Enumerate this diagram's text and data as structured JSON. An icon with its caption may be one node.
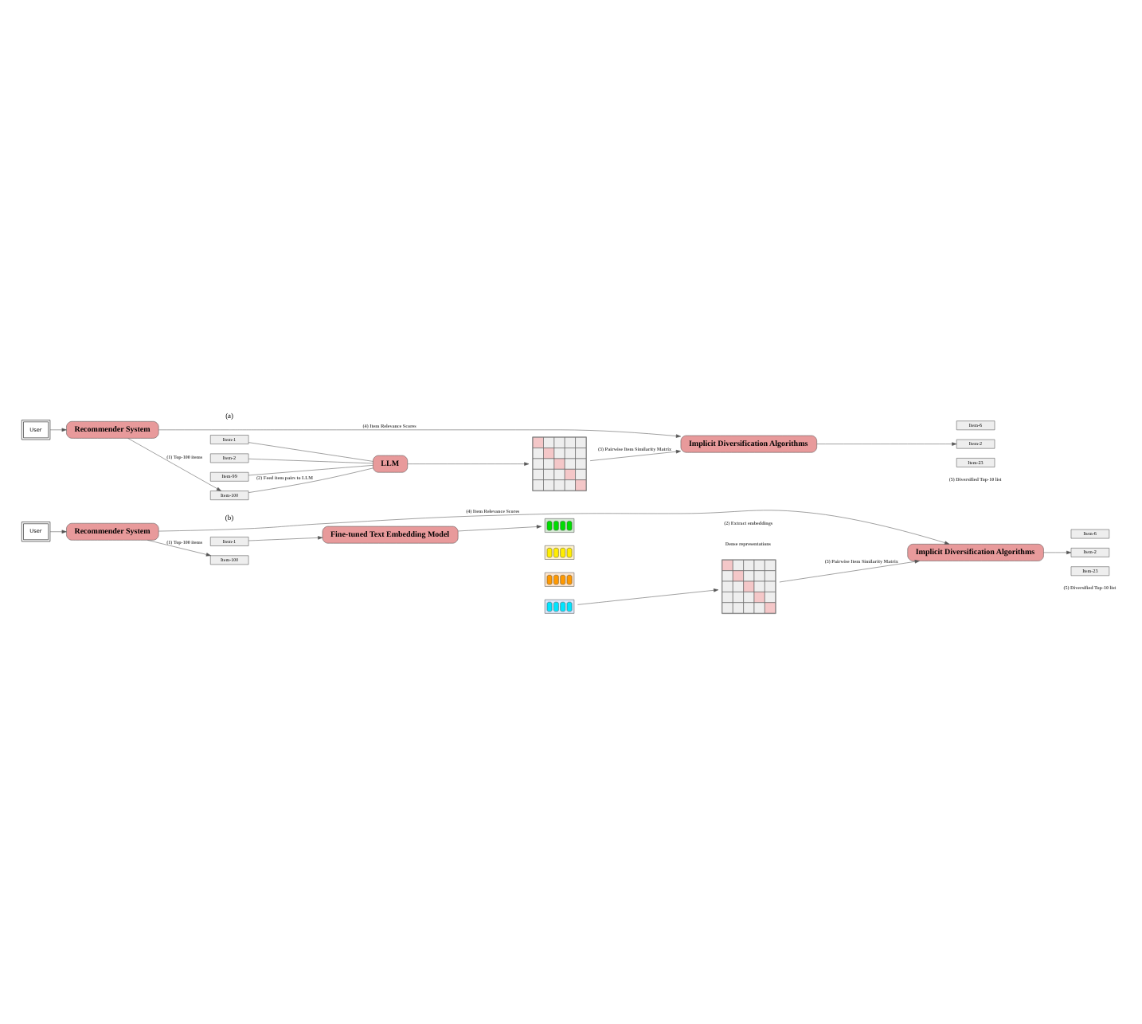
{
  "diagram": {
    "nodes": [
      {
        "text": [
          "User"
        ]
      },
      {
        "text": [
          "Recommender System"
        ]
      },
      {
        "text": [
          "Item-1"
        ]
      },
      {
        "text": [
          "Item-2"
        ]
      },
      {
        "text": [
          "Item-99"
        ]
      },
      {
        "text": [
          "Item-100"
        ]
      },
      {
        "text": [
          "LLM"
        ]
      },
      {
        "text": [],
        "shape": "grid"
      },
      {
        "text": [
          "Implicit Diversification Algorithms"
        ]
      },
      {
        "text": [
          "Item-6"
        ]
      },
      {
        "text": [
          "Item-2"
        ]
      },
      {
        "text": [
          "Item-23"
        ]
      },
      {
        "text": [
          "User"
        ]
      },
      {
        "text": [
          "Recommender System"
        ]
      },
      {
        "text": [
          "Item-1"
        ]
      },
      {
        "text": [
          "Item-100"
        ]
      },
      {
        "text": [
          "Fine-tuned Text Embedding Model"
        ]
      },
      {
        "text": [],
        "shape": "box"
      },
      {
        "text": [],
        "shape": "box"
      },
      {
        "text": [],
        "shape": "box"
      },
      {
        "text": [],
        "shape": "box"
      },
      {
        "text": [],
        "shape": "grid"
      },
      {
        "text": [
          "Implicit Diversification Algorithms"
        ]
      },
      {
        "text": [
          "Item-6"
        ]
      },
      {
        "text": [
          "Item-2"
        ]
      },
      {
        "text": [
          "Item-23"
        ]
      }
    ],
    "edges": [
      {
        "from": 0,
        "to": 1,
        "arrow": "to"
      },
      {
        "from": 1,
        "to": 5,
        "arrow": "to",
        "label": "(1) Top-100 items"
      },
      {
        "from": 2,
        "to": 6,
        "arrow": "none"
      },
      {
        "from": 3,
        "to": 6,
        "arrow": "none"
      },
      {
        "from": 4,
        "to": 6,
        "arrow": "none"
      },
      {
        "from": 5,
        "to": 6,
        "arrow": "none",
        "label": "(2) Feed item pairs to LLM"
      },
      {
        "from": 6,
        "to": 7,
        "arrow": "to"
      },
      {
        "from": 7,
        "to": 8,
        "arrow": "to",
        "label": "(3) Pairwise Item Similarity Matrix"
      },
      {
        "from": 1,
        "to": 8,
        "arrow": "to",
        "label": "(4) Item Relevance Scores"
      },
      {
        "from": 8,
        "to": 10,
        "arrow": "to"
      },
      {
        "from": 12,
        "to": 13,
        "arrow": "to"
      },
      {
        "from": 13,
        "to": 15,
        "arrow": "to",
        "label": "(1) Top-100 items"
      },
      {
        "from": 14,
        "to": 16,
        "arrow": "to"
      },
      {
        "from": 16,
        "to": 17,
        "arrow": "to"
      },
      {
        "from": 20,
        "to": 21,
        "arrow": "to"
      },
      {
        "from": 21,
        "to": 22,
        "arrow": "to",
        "label": "(3) Pairwise Item Similarity Matrix"
      },
      {
        "from": 13,
        "to": 22,
        "arrow": "to",
        "label": "(4) Item Relevance Scores"
      },
      {
        "from": 22,
        "to": 24,
        "arrow": "to"
      }
    ],
    "labels": [
      "(5) Diversified Top-10 list",
      "(a)",
      "Dense representations",
      "(2) Extract embeddings",
      "(5) Diversified Top-10 list",
      "(b)"
    ]
  }
}
